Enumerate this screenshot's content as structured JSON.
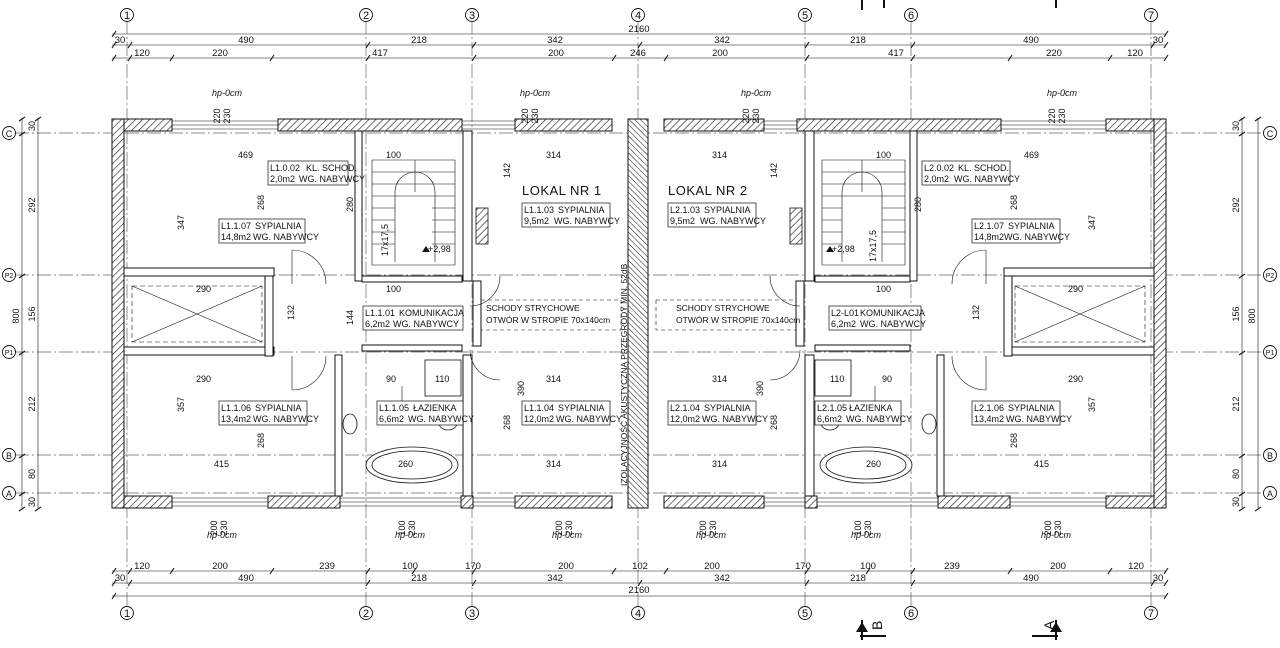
{
  "grid_axes": {
    "columns": [
      "1",
      "2",
      "3",
      "4",
      "5",
      "6",
      "7"
    ],
    "rows": [
      "C",
      "P2",
      "P1",
      "B",
      "A"
    ]
  },
  "dims_top": {
    "total": "2160",
    "level2": [
      "30",
      "490",
      "218",
      "342",
      "342",
      "218",
      "490",
      "30"
    ],
    "level3": [
      "120",
      "220",
      "417",
      "200",
      "246",
      "200",
      "417",
      "220",
      "120"
    ]
  },
  "dims_bottom": {
    "total": "2160",
    "level1": [
      "120",
      "200",
      "239",
      "100",
      "170",
      "200",
      "102",
      "200",
      "170",
      "100",
      "239",
      "200",
      "120"
    ],
    "level2": [
      "30",
      "490",
      "218",
      "342",
      "342",
      "218",
      "490",
      "30"
    ]
  },
  "dims_side": {
    "total": "800",
    "parts": [
      "292",
      "156",
      "212",
      "80",
      "30",
      "30"
    ]
  },
  "lokal_labels": [
    "LOKAL NR 1",
    "LOKAL NR 2"
  ],
  "rooms": [
    {
      "code": "L1.0.02",
      "name": "KL. SCHOD.",
      "area": "2,0m2",
      "finish": "WG. NABYWCY"
    },
    {
      "code": "L1.1.07",
      "name": "SYPIALNIA",
      "area": "14,8m2",
      "finish": "WG. NABYWCY"
    },
    {
      "code": "L1.1.03",
      "name": "SYPIALNIA",
      "area": "9,5m2",
      "finish": "WG. NABYWCY"
    },
    {
      "code": "L2.1.03",
      "name": "SYPIALNIA",
      "area": "9,5m2",
      "finish": "WG. NABYWCY"
    },
    {
      "code": "L2.0.02",
      "name": "KL. SCHOD.",
      "area": "2,0m2",
      "finish": "WG. NABYWCY"
    },
    {
      "code": "L2.1.07",
      "name": "SYPIALNIA",
      "area": "14,8m2",
      "finish": "WG. NABYWCY"
    },
    {
      "code": "L1.1.01",
      "name": "KOMUNIKACJA",
      "area": "6,2m2",
      "finish": "WG. NABYWCY"
    },
    {
      "code": "L2-L01",
      "name": "KOMUNIKACJA",
      "area": "6,2m2",
      "finish": "WG. NABYWCY"
    },
    {
      "code": "L1.1.06",
      "name": "SYPIALNIA",
      "area": "13,4m2",
      "finish": "WG. NABYWCY"
    },
    {
      "code": "L1.1.05",
      "name": "ŁAZIENKA",
      "area": "6,6m2",
      "finish": "WG. NABYWCY"
    },
    {
      "code": "L1.1.04",
      "name": "SYPIALNIA",
      "area": "12,0m2",
      "finish": "WG. NABYWCY"
    },
    {
      "code": "L2.1.04",
      "name": "SYPIALNIA",
      "area": "12,0m2",
      "finish": "WG. NABYWCY"
    },
    {
      "code": "L2.1.05",
      "name": "ŁAZIENKA",
      "area": "6,6m2",
      "finish": "WG. NABYWCY"
    },
    {
      "code": "L2.1.06",
      "name": "SYPIALNIA",
      "area": "13,4m2",
      "finish": "WG. NABYWCY"
    }
  ],
  "stairs_notes": [
    {
      "l1": "SCHODY STRYCHOWE",
      "l2": "OTWÓR W STROPIE 70x140cm"
    },
    {
      "l1": "SCHODY STRYCHOWE",
      "l2": "OTWÓR W STROPIE 70x140cm"
    }
  ],
  "level_marks": [
    "+2,98",
    "+2,98"
  ],
  "stair_spec": [
    "17x17,5",
    "17x17,5"
  ],
  "hp_label": "hp-0cm",
  "sill_pairs": [
    "220",
    "230",
    "200",
    "230",
    "100",
    "230"
  ],
  "acoustic_note": "IZOLACYJNOŚĆ AKUSTYCZNA PRZEGRODY MIN. 52dB",
  "room_dims": {
    "r469": "469",
    "r100": "100",
    "r314": "314",
    "r347": "347",
    "r268": "268",
    "r290": "290",
    "r357": "357",
    "r415": "415",
    "r260": "260",
    "r110": "110",
    "r390": "390",
    "r142": "142",
    "r280": "280",
    "r132": "132",
    "r144": "144",
    "r90": "90"
  },
  "section_marks": [
    "B",
    "A"
  ]
}
